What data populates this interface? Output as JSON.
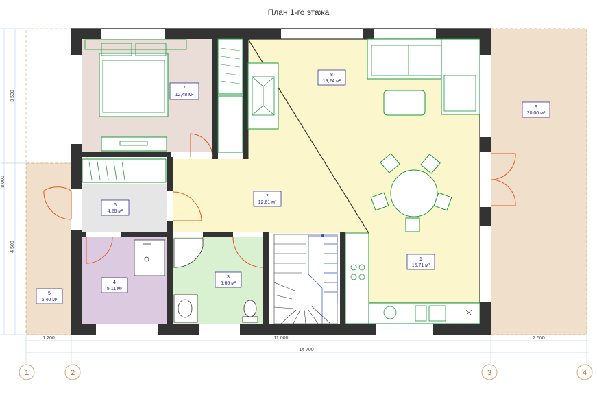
{
  "title": "План 1-го этажа",
  "rooms": [
    {
      "num": "1",
      "area": "15,71 м²"
    },
    {
      "num": "2",
      "area": "12,61 м²"
    },
    {
      "num": "3",
      "area": "5,65 м²"
    },
    {
      "num": "4",
      "area": "5,11 м²"
    },
    {
      "num": "5",
      "area": "5,40 м²"
    },
    {
      "num": "6",
      "area": "4,26 м²"
    },
    {
      "num": "7",
      "area": "12,48 м²"
    },
    {
      "num": "8",
      "area": "19,24 м²"
    },
    {
      "num": "9",
      "area": "20,00 м²"
    }
  ],
  "dimensions": {
    "bottom": [
      "1 200",
      "11 000",
      "2 500"
    ],
    "total": "14 700",
    "left": [
      "3 500",
      "4 500"
    ],
    "left_total": "8 000"
  },
  "axes": [
    "1",
    "2",
    "3",
    "4"
  ],
  "colors": {
    "bedroom": "#eadcd6",
    "hall": "#fbf6cc",
    "bath": "#d9f1d1",
    "room4": "#dccbe0",
    "corridor": "#e6e6e6",
    "terrace": "#f0dfca",
    "furniture": "#1a9a3a",
    "door": "#e05a20",
    "label": "#1a1a8a"
  }
}
